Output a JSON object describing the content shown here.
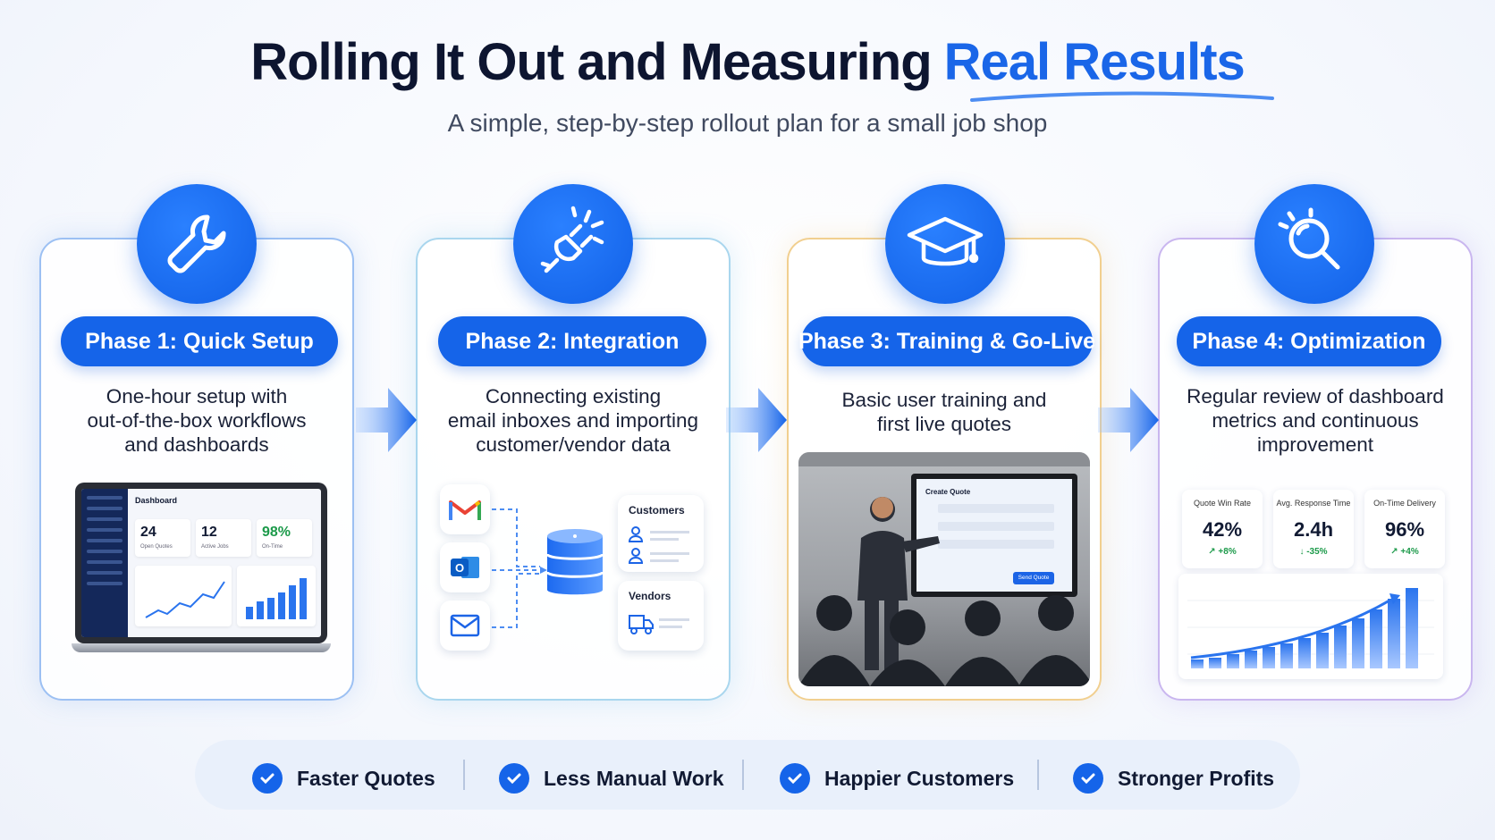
{
  "header": {
    "title_main": "Rolling It Out and Measuring",
    "title_highlight": "Real Results",
    "subtitle": "A simple, step-by-step rollout plan for a small job shop"
  },
  "phases": [
    {
      "label": "Phase 1: Quick Setup",
      "icon": "wrench-icon",
      "desc": [
        "One-hour setup with",
        "out-of-the-box workflows",
        "and dashboards"
      ]
    },
    {
      "label": "Phase 2: Integration",
      "icon": "plug-icon",
      "desc": [
        "Connecting existing",
        "email inboxes and importing",
        "customer/vendor data"
      ]
    },
    {
      "label": "Phase 3: Training & Go-Live",
      "icon": "graduation-cap-icon",
      "desc": [
        "Basic user training and",
        "first live quotes"
      ]
    },
    {
      "label": "Phase 4: Optimization",
      "icon": "magnifier-icon",
      "desc": [
        "Regular review of dashboard",
        "metrics and continuous",
        "improvement"
      ]
    }
  ],
  "dashboard": {
    "title": "Dashboard",
    "kpis": [
      {
        "value": "24",
        "label": "Open Quotes"
      },
      {
        "value": "12",
        "label": "Active Jobs"
      },
      {
        "value": "98%",
        "label": "On-Time"
      }
    ]
  },
  "integration": {
    "sources": [
      "gmail-icon",
      "outlook-icon",
      "email-icon"
    ],
    "customers_label": "Customers",
    "vendors_label": "Vendors"
  },
  "training": {
    "screen_title": "Create Quote",
    "button_label": "Send Quote"
  },
  "metrics": [
    {
      "label": "Quote Win Rate",
      "value": "42%",
      "delta": "+8%"
    },
    {
      "label": "Avg. Response Time",
      "value": "2.4h",
      "delta": "-35%"
    },
    {
      "label": "On-Time Delivery",
      "value": "96%",
      "delta": "+4%"
    }
  ],
  "benefits": [
    "Faster Quotes",
    "Less Manual Work",
    "Happier Customers",
    "Stronger Profits"
  ],
  "colors": {
    "accent": "#1564e9",
    "positive": "#1c9a4a",
    "text": "#111a33"
  }
}
